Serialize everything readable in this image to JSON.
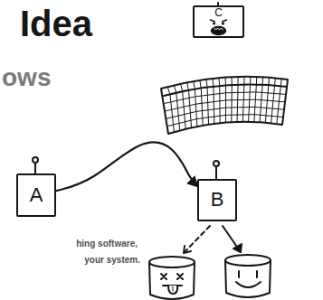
{
  "diagram": {
    "title": "Idea",
    "nodes": [
      {
        "text": [
          "C"
        ]
      },
      {
        "text": [
          "A"
        ]
      },
      {
        "text": [
          "B"
        ]
      }
    ],
    "edges": [
      {
        "from": 1,
        "to": 2,
        "arrow": "to"
      }
    ],
    "labels": [
      "ows",
      "hing software,",
      "your system."
    ]
  }
}
